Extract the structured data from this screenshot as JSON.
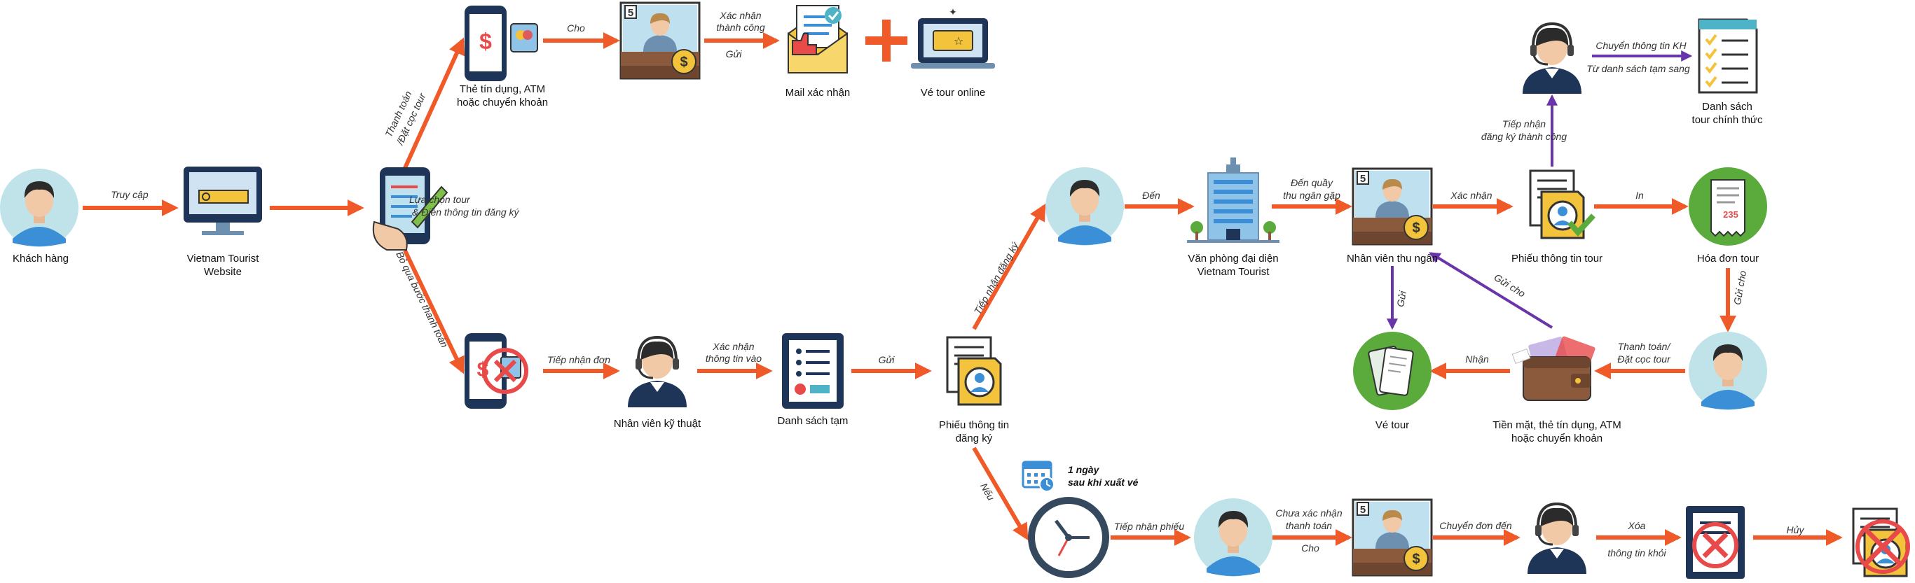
{
  "nodes": {
    "khach_hang": "Khách hàng",
    "website": [
      "Vietnam Tourist",
      "Website"
    ],
    "the_tin_dung": [
      "Thẻ tín dụng, ATM",
      "hoặc chuyển khoản"
    ],
    "mail_xac_nhan": "Mail xác nhận",
    "ve_tour_online": "Vé tour online",
    "nv_ky_thuat": "Nhân viên kỹ thuật",
    "danh_sach_tam": "Danh sách tạm",
    "phieu_dang_ky": [
      "Phiếu thông tin",
      "đăng ký"
    ],
    "van_phong": [
      "Văn phòng đại diện",
      "Vietnam Tourist"
    ],
    "nv_thu_ngan": "Nhân viên thu ngân",
    "phieu_tour": "Phiếu thông tin tour",
    "hoa_don": "Hóa đơn tour",
    "danh_sach_chinh_thuc": [
      "Danh sách",
      "tour chính thức"
    ],
    "ve_tour": "Vé tour",
    "tien_mat": [
      "Tiền mặt, thẻ tín dụng, ATM",
      "hoặc chuyển khoản"
    ],
    "mot_ngay": [
      "1 ngày",
      "sau khi xuất vé"
    ]
  },
  "edges": {
    "truy_cap": "Truy cập",
    "lua_chon": [
      "Lựa chọn tour",
      "& Điền thông tin đăng ký"
    ],
    "thanh_toan_dat_coc": [
      "Thanh toán",
      "/Đặt cọc tour"
    ],
    "bo_qua": "Bỏ qua bước thanh toán",
    "cho": "Cho",
    "xac_nhan_thanh_cong": [
      "Xác nhận",
      "thành công"
    ],
    "gui": "Gửi",
    "tiep_nhan_don": "Tiếp nhận đơn",
    "xac_nhan_thong_tin_vao": [
      "Xác nhận",
      "thông tin vào"
    ],
    "gui2": "Gửi",
    "tiep_nhan_dang_ky": "Tiếp nhận đăng ký",
    "neu": "Nếu",
    "den": "Đến",
    "den_quay": [
      "Đến quầy",
      "thu ngân gặp"
    ],
    "xac_nhan": "Xác nhận",
    "in": "In",
    "tiep_nhan_dang_ky_tc": [
      "Tiếp nhận",
      "đăng ký thành công"
    ],
    "chuyen_thong_tin_kh": "Chuyển thông tin KH",
    "tu_danh_sach": "Từ danh sách tạm sang",
    "gui_cho": "Gửi cho",
    "gui_cho2": "Gửi cho",
    "gui3": "Gửi",
    "thanh_toan_dat_coc2": [
      "Thanh toán/",
      "Đặt cọc tour"
    ],
    "nhan": "Nhận",
    "tiep_nhan_phieu": "Tiếp nhận phiếu",
    "chua_xac_nhan": [
      "Chưa xác nhận",
      "thanh toán"
    ],
    "cho2": "Cho",
    "chuyen_don_den": "Chuyển đơn đến",
    "xoa": "Xóa",
    "thong_tin_khoi": "thông tin khỏi",
    "huy": "Hủy"
  },
  "colors": {
    "arrow": "#f05a28",
    "purple": "#6a35a8",
    "skin": "#f2c9a6",
    "shirt": "#3a8fd6",
    "hair": "#2b2b2b",
    "circle_bg": "#bfe3e8",
    "navy": "#1f3557",
    "green": "#5aaa3c",
    "yellow": "#f3c33c",
    "red": "#e84a4a"
  },
  "icons": [
    "person-icon",
    "monitor-icon",
    "phone-form-icon",
    "credit-card-phone-icon",
    "cashier-icon",
    "mail-icon",
    "plus-icon",
    "laptop-ticket-icon",
    "cancel-phone-icon",
    "headset-agent-icon",
    "clipboard-list-icon",
    "folder-profile-icon",
    "building-icon",
    "receipt-icon",
    "checklist-icon",
    "tickets-icon",
    "wallet-icon",
    "calendar-icon",
    "clock-icon",
    "document-cancel-icon",
    "folder-cancel-icon"
  ]
}
